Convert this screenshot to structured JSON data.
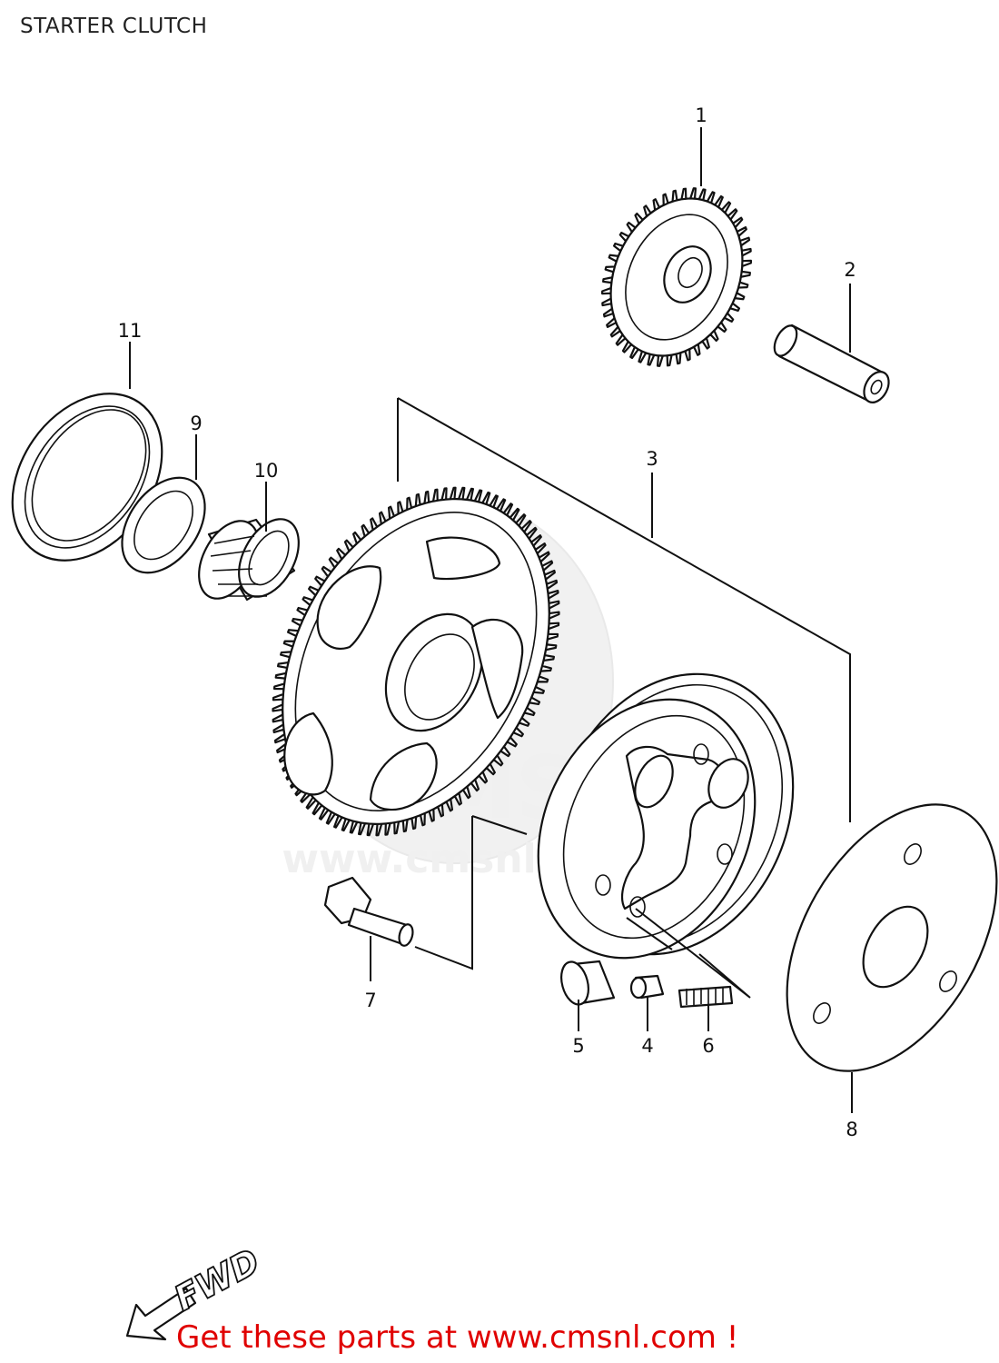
{
  "title": "STARTER CLUTCH",
  "watermark": "www.cmsnl.com",
  "watermark_logo": "CMS",
  "promo": "Get these parts at www.cmsnl.com !",
  "fwd_label": "FWD",
  "callouts": [
    "1",
    "2",
    "3",
    "4",
    "5",
    "6",
    "7",
    "8",
    "9",
    "10",
    "11"
  ],
  "colors": {
    "promo": "#e00000",
    "line": "#111111"
  }
}
